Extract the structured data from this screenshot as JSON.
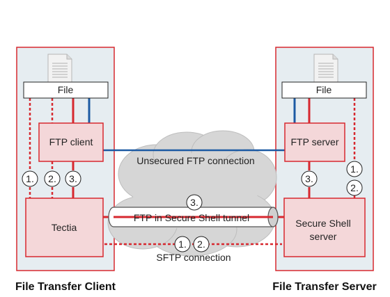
{
  "client": {
    "file_label": "File",
    "ftp_client_label": "FTP client",
    "tectia_label": "Tectia",
    "caption": "File Transfer Client"
  },
  "server": {
    "file_label": "File",
    "ftp_server_label": "FTP server",
    "ssh_server_line1": "Secure Shell",
    "ssh_server_line2": "server",
    "caption": "File Transfer Server"
  },
  "connections": {
    "unsecured": "Unsecured FTP connection",
    "tunnel": "FTP in Secure Shell tunnel",
    "sftp": "SFTP connection"
  },
  "markers": {
    "one": "1.",
    "two": "2.",
    "three": "3."
  },
  "colors": {
    "red": "#d7282f",
    "blue": "#1c5aa3",
    "box_fill": "#f4d7d9",
    "panel_fill": "#e6edf1",
    "cloud_fill": "#d6d6d6"
  }
}
